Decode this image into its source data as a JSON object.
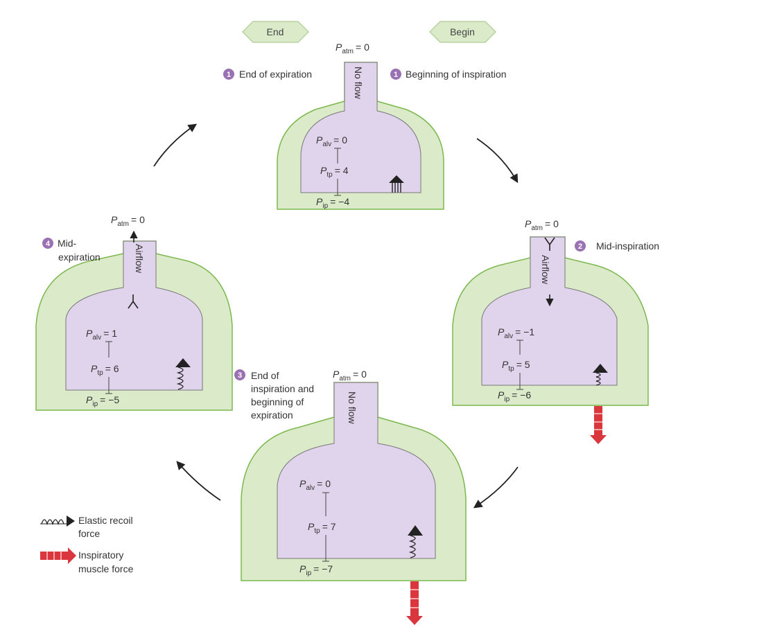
{
  "nav": {
    "end": "End",
    "begin": "Begin"
  },
  "colors": {
    "pleura": "#dbeac9",
    "pleura_stroke": "#7bb84d",
    "alveolus": "#e0d3ec",
    "alveolus_stroke": "#777777",
    "step_badge": "#9a72b4",
    "muscle": "#d9363e",
    "recoil": "#222222"
  },
  "stages": {
    "s1": {
      "p_atm": "P",
      "p_atm_sub": "atm",
      "p_atm_val": "= 0",
      "flow": "No flow",
      "left_num": "1",
      "left_label": "End of expiration",
      "right_num": "1",
      "right_label": "Beginning of inspiration",
      "palv": "= 0",
      "ptp": "= 4",
      "pip": "= −4"
    },
    "s2": {
      "p_atm_val": "= 0",
      "flow": "Airflow",
      "num": "2",
      "label": "Mid-inspiration",
      "palv": "= −1",
      "ptp": "= 5",
      "pip": "= −6"
    },
    "s3": {
      "p_atm_val": "= 0",
      "flow": "No flow",
      "num": "3",
      "label_line1": "End of",
      "label_line2": "inspiration and",
      "label_line3": "beginning of",
      "label_line4": "expiration",
      "palv": "= 0",
      "ptp": "= 7",
      "pip": "= −7"
    },
    "s4": {
      "p_atm_val": "= 0",
      "flow": "Airflow",
      "num": "4",
      "label_line1": "Mid-",
      "label_line2": "expiration",
      "palv": "= 1",
      "ptp": "= 6",
      "pip": "= −5"
    }
  },
  "subs": {
    "atm": "atm",
    "alv": "alv",
    "tp": "tp",
    "ip": "ip"
  },
  "legend": {
    "recoil_line1": "Elastic recoil",
    "recoil_line2": "force",
    "muscle_line1": "Inspiratory",
    "muscle_line2": "muscle force"
  }
}
